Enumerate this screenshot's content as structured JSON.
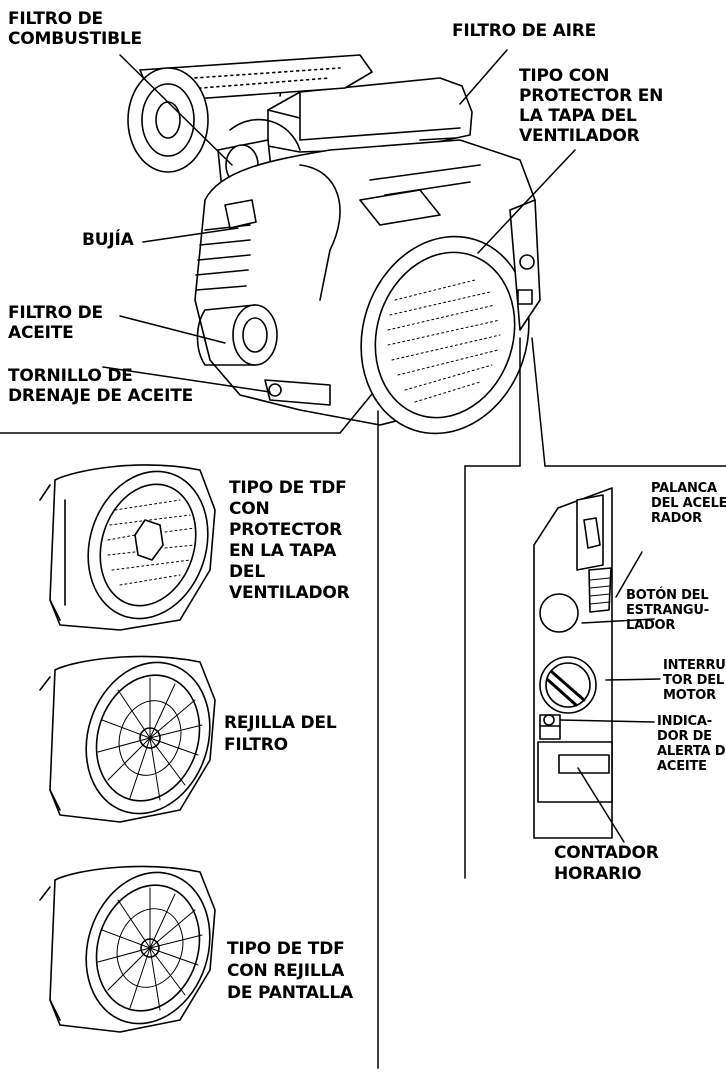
{
  "labels": {
    "fuel_filter": [
      "FILTRO DE",
      "COMBUSTIBLE"
    ],
    "air_filter": [
      "FILTRO DE AIRE"
    ],
    "fan_cover_guard": [
      "TIPO CON",
      "PROTECTOR EN",
      "LA TAPA DEL",
      "VENTILADOR"
    ],
    "spark_plug": [
      "BUJÍA"
    ],
    "oil_filter": [
      "FILTRO DE",
      "ACEITE"
    ],
    "oil_drain_bolt": [
      "TORNILLO DE",
      "DRENAJE DE ACEITE"
    ],
    "pto_guard_type": [
      "TIPO DE TDF",
      "CON",
      "PROTECTOR",
      "EN LA TAPA",
      "DEL",
      "VENTILADOR"
    ],
    "filter_screen": [
      "REJILLA DEL",
      "FILTRO"
    ],
    "pto_screen_type": [
      "TIPO DE TDF",
      "CON REJILLA",
      "DE PANTALLA"
    ],
    "throttle_lever": [
      "PALANCA",
      "DEL ACELE-",
      "RADOR"
    ],
    "choke_knob": [
      "BOTÓN DEL",
      "ESTRANGU-",
      "LADOR"
    ],
    "engine_switch": [
      "INTERRUP-",
      "TOR DEL",
      "MOTOR"
    ],
    "oil_alert": [
      "INDICA-",
      "DOR DE",
      "ALERTA DE",
      "ACEITE"
    ],
    "hour_meter": [
      "CONTADOR",
      "HORARIO"
    ]
  }
}
